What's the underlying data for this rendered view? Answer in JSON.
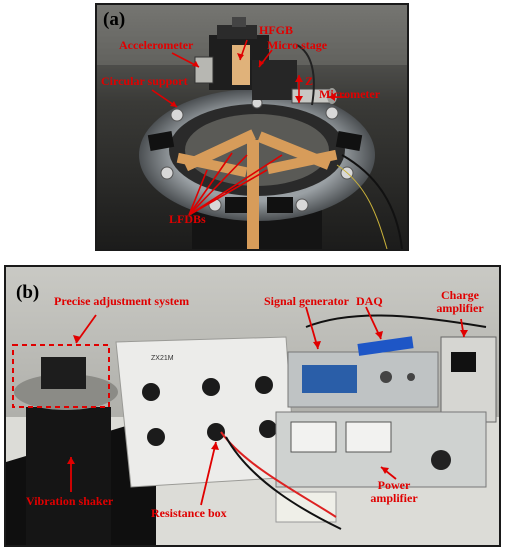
{
  "panel_a": {
    "label": "(a)",
    "annotations": {
      "hfgb": "HFGB",
      "accelerometer": "Accelerometer",
      "micro_stage": "Micro stage",
      "circular_support": "Circular support",
      "z": "Z",
      "micrometer": "Micrometer",
      "lfdbs": "LFDBs"
    }
  },
  "panel_b": {
    "label": "(b)",
    "annotations": {
      "precise_adjustment": "Precise adjustment system",
      "signal_generator": "Signal generator",
      "daq": "DAQ",
      "charge_amplifier_line1": "Charge",
      "charge_amplifier_line2": "amplifier",
      "vibration_shaker": "Vibration shaker",
      "resistance_box": "Resistance box",
      "power_amplifier_line1": "Power",
      "power_amplifier_line2": "amplifier"
    },
    "device_text": {
      "resistance_box_brand": "ZX21M"
    }
  },
  "colors": {
    "annotation": "#e00000",
    "arrow": "#e00000"
  }
}
